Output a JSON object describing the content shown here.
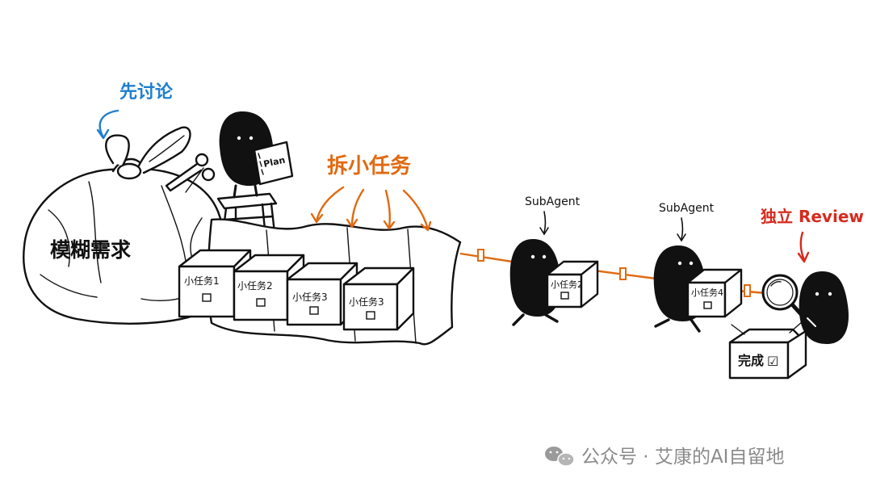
{
  "labels": {
    "discuss_first": "先讨论",
    "fuzzy_requirements": "模糊需求",
    "plan": "Plan",
    "split_tasks": "拆小任务",
    "subagent_1": "SubAgent",
    "subagent_2": "SubAgent",
    "independent_review": "独立 Review",
    "done": "完成"
  },
  "tasks": [
    {
      "label": "小任务1"
    },
    {
      "label": "小任务2"
    },
    {
      "label": "小任务3"
    },
    {
      "label": "小任务3"
    }
  ],
  "carried_tasks": [
    {
      "label": "小任务2"
    },
    {
      "label": "小任务4"
    }
  ],
  "done_checkmark": "☑",
  "watermark": {
    "prefix": "公众号 · ",
    "name": "艾康的AI自留地"
  },
  "colors": {
    "blue": "#1f7fd0",
    "orange": "#e06a12",
    "red": "#d62a1e",
    "ink": "#111111"
  }
}
